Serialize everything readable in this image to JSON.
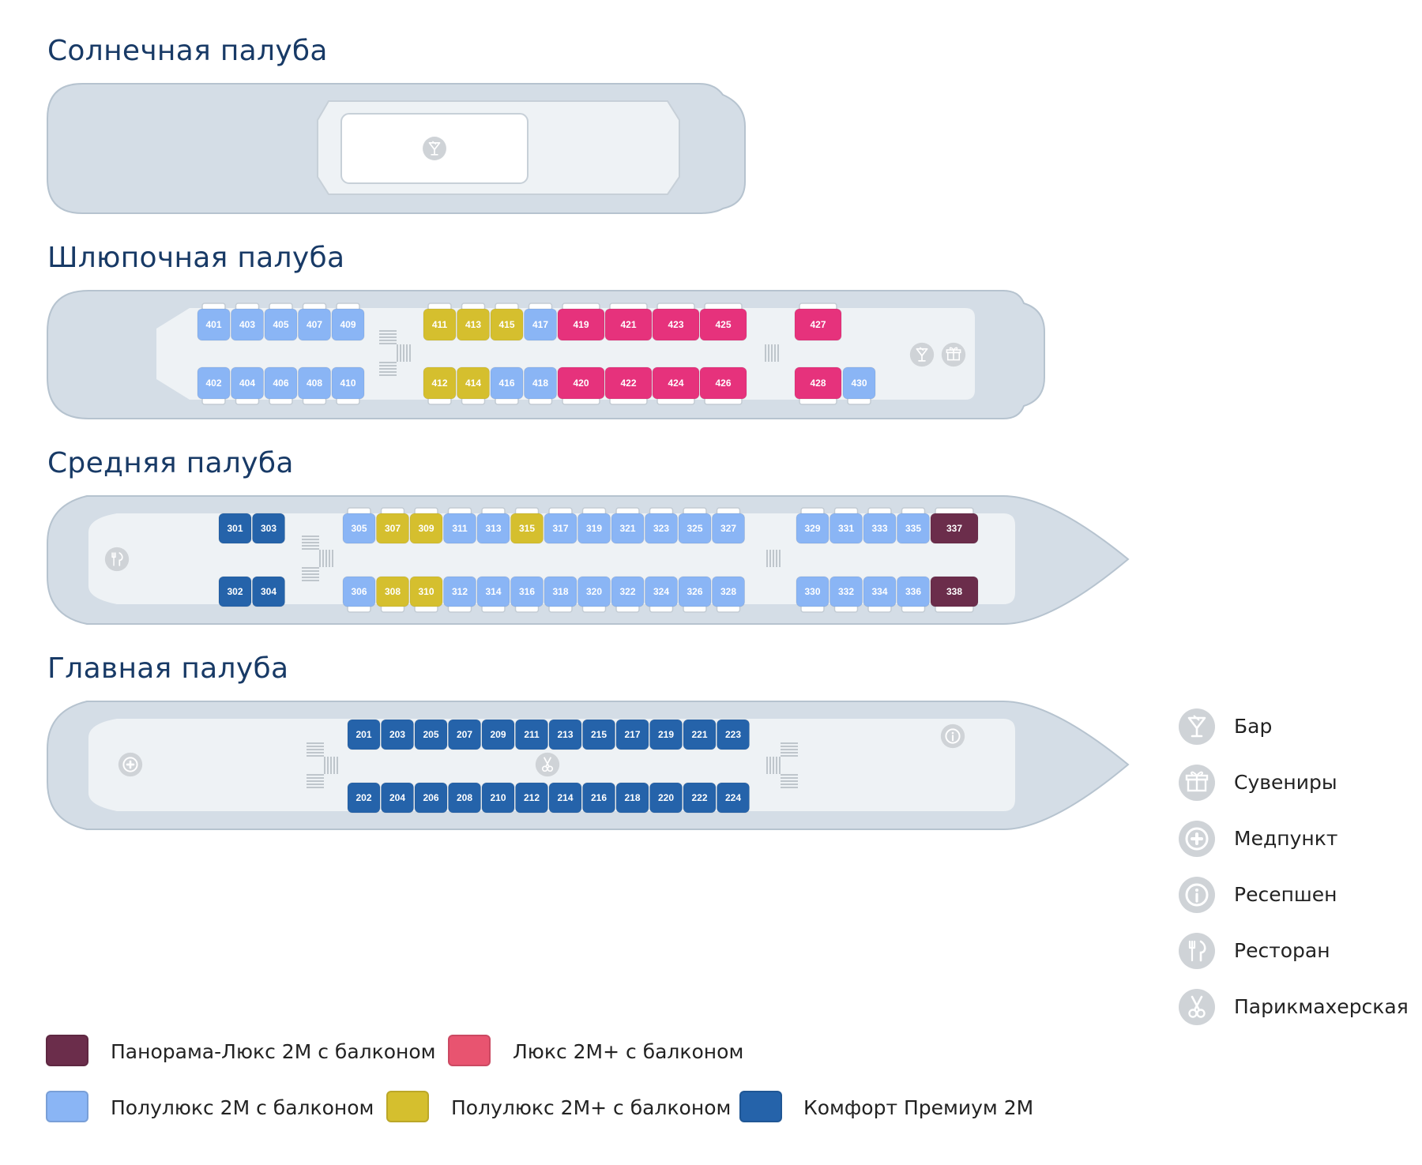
{
  "colors": {
    "panorama": "#6b2d4b",
    "lux": "#e6327c",
    "semi": "#8ab5f5",
    "semiplus": "#d5bf2e",
    "comfort": "#2563aa",
    "hull": "#d4dde6",
    "hull_stroke": "#b6c3cf",
    "inner": "#eef2f5"
  },
  "decks": [
    {
      "id": "sun",
      "title": "Солнечная палуба",
      "top_row": [],
      "bottom_row": []
    },
    {
      "id": "boat",
      "title": "Шлюпочная палуба",
      "top_row": [
        {
          "n": "401",
          "t": "semi"
        },
        {
          "n": "403",
          "t": "semi"
        },
        {
          "n": "405",
          "t": "semi"
        },
        {
          "n": "407",
          "t": "semi"
        },
        {
          "n": "409",
          "t": "semi"
        },
        {
          "n": "411",
          "t": "semiplus"
        },
        {
          "n": "413",
          "t": "semiplus"
        },
        {
          "n": "415",
          "t": "semiplus"
        },
        {
          "n": "417",
          "t": "semi"
        },
        {
          "n": "419",
          "t": "lux"
        },
        {
          "n": "421",
          "t": "lux"
        },
        {
          "n": "423",
          "t": "lux"
        },
        {
          "n": "425",
          "t": "lux"
        },
        {
          "n": "427",
          "t": "lux"
        }
      ],
      "bottom_row": [
        {
          "n": "402",
          "t": "semi"
        },
        {
          "n": "404",
          "t": "semi"
        },
        {
          "n": "406",
          "t": "semi"
        },
        {
          "n": "408",
          "t": "semi"
        },
        {
          "n": "410",
          "t": "semi"
        },
        {
          "n": "412",
          "t": "semiplus"
        },
        {
          "n": "414",
          "t": "semiplus"
        },
        {
          "n": "416",
          "t": "semi"
        },
        {
          "n": "418",
          "t": "semi"
        },
        {
          "n": "420",
          "t": "lux"
        },
        {
          "n": "422",
          "t": "lux"
        },
        {
          "n": "424",
          "t": "lux"
        },
        {
          "n": "426",
          "t": "lux"
        },
        {
          "n": "428",
          "t": "lux"
        },
        {
          "n": "430",
          "t": "semi"
        }
      ]
    },
    {
      "id": "middle",
      "title": "Средняя палуба",
      "top_row": [
        {
          "n": "301",
          "t": "comfort"
        },
        {
          "n": "303",
          "t": "comfort"
        },
        {
          "n": "305",
          "t": "semi"
        },
        {
          "n": "307",
          "t": "semiplus"
        },
        {
          "n": "309",
          "t": "semiplus"
        },
        {
          "n": "311",
          "t": "semi"
        },
        {
          "n": "313",
          "t": "semi"
        },
        {
          "n": "315",
          "t": "semiplus"
        },
        {
          "n": "317",
          "t": "semi"
        },
        {
          "n": "319",
          "t": "semi"
        },
        {
          "n": "321",
          "t": "semi"
        },
        {
          "n": "323",
          "t": "semi"
        },
        {
          "n": "325",
          "t": "semi"
        },
        {
          "n": "327",
          "t": "semi"
        },
        {
          "n": "329",
          "t": "semi"
        },
        {
          "n": "331",
          "t": "semi"
        },
        {
          "n": "333",
          "t": "semi"
        },
        {
          "n": "335",
          "t": "semi"
        },
        {
          "n": "337",
          "t": "panorama"
        }
      ],
      "bottom_row": [
        {
          "n": "302",
          "t": "comfort"
        },
        {
          "n": "304",
          "t": "comfort"
        },
        {
          "n": "306",
          "t": "semi"
        },
        {
          "n": "308",
          "t": "semiplus"
        },
        {
          "n": "310",
          "t": "semiplus"
        },
        {
          "n": "312",
          "t": "semi"
        },
        {
          "n": "314",
          "t": "semi"
        },
        {
          "n": "316",
          "t": "semi"
        },
        {
          "n": "318",
          "t": "semi"
        },
        {
          "n": "320",
          "t": "semi"
        },
        {
          "n": "322",
          "t": "semi"
        },
        {
          "n": "324",
          "t": "semi"
        },
        {
          "n": "326",
          "t": "semi"
        },
        {
          "n": "328",
          "t": "semi"
        },
        {
          "n": "330",
          "t": "semi"
        },
        {
          "n": "332",
          "t": "semi"
        },
        {
          "n": "334",
          "t": "semi"
        },
        {
          "n": "336",
          "t": "semi"
        },
        {
          "n": "338",
          "t": "panorama"
        }
      ]
    },
    {
      "id": "main",
      "title": "Главная палуба",
      "top_row": [
        {
          "n": "201",
          "t": "comfort"
        },
        {
          "n": "203",
          "t": "comfort"
        },
        {
          "n": "205",
          "t": "comfort"
        },
        {
          "n": "207",
          "t": "comfort"
        },
        {
          "n": "209",
          "t": "comfort"
        },
        {
          "n": "211",
          "t": "comfort"
        },
        {
          "n": "213",
          "t": "comfort"
        },
        {
          "n": "215",
          "t": "comfort"
        },
        {
          "n": "217",
          "t": "comfort"
        },
        {
          "n": "219",
          "t": "comfort"
        },
        {
          "n": "221",
          "t": "comfort"
        },
        {
          "n": "223",
          "t": "comfort"
        }
      ],
      "bottom_row": [
        {
          "n": "202",
          "t": "comfort"
        },
        {
          "n": "204",
          "t": "comfort"
        },
        {
          "n": "206",
          "t": "comfort"
        },
        {
          "n": "208",
          "t": "comfort"
        },
        {
          "n": "210",
          "t": "comfort"
        },
        {
          "n": "212",
          "t": "comfort"
        },
        {
          "n": "214",
          "t": "comfort"
        },
        {
          "n": "216",
          "t": "comfort"
        },
        {
          "n": "218",
          "t": "comfort"
        },
        {
          "n": "220",
          "t": "comfort"
        },
        {
          "n": "222",
          "t": "comfort"
        },
        {
          "n": "224",
          "t": "comfort"
        }
      ]
    }
  ],
  "amenities": [
    {
      "icon": "bar-icon",
      "label": "Бар"
    },
    {
      "icon": "gift-icon",
      "label": "Сувениры"
    },
    {
      "icon": "medical-icon",
      "label": "Медпункт"
    },
    {
      "icon": "info-icon",
      "label": "Ресепшен"
    },
    {
      "icon": "restaurant-icon",
      "label": "Ресторан"
    },
    {
      "icon": "scissors-icon",
      "label": "Парикмахерская"
    }
  ],
  "cabin_legend": [
    {
      "type": "panorama",
      "label": "Панорама-Люкс 2М с балконом"
    },
    {
      "type": "lux_swatch",
      "label": "Люкс 2М+ с балконом",
      "color": "#e85470"
    },
    {
      "type": "semi",
      "label": "Полулюкс 2М с балконом"
    },
    {
      "type": "semiplus",
      "label": "Полулюкс 2М+ с балконом"
    },
    {
      "type": "comfort",
      "label": "Комфорт Премиум 2М"
    }
  ]
}
